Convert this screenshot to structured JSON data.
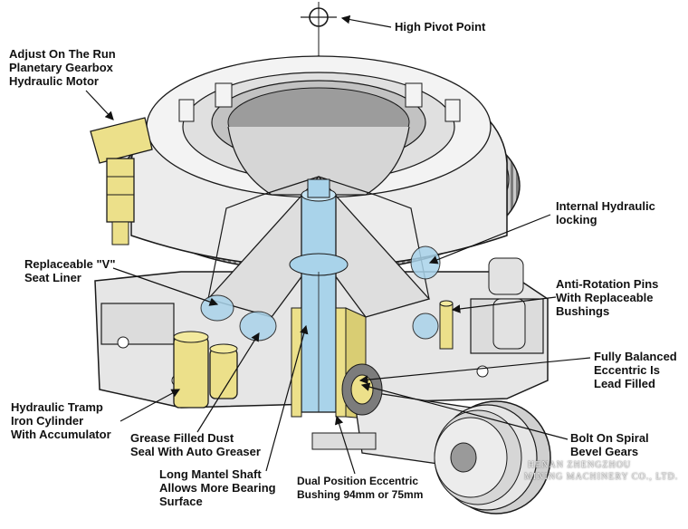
{
  "labels": {
    "high_pivot": "High Pivot Point",
    "adjust": "Adjust On The Run\nPlanetary Gearbox\nHydraulic Motor",
    "internal_hydraulic": "Internal Hydraulic\nlocking",
    "v_seat": "Replaceable \"V\"\nSeat Liner",
    "anti_rotation": "Anti-Rotation Pins\nWith Replaceable\nBushings",
    "balanced": "Fully Balanced\nEccentric Is\nLead Filled",
    "tramp": "Hydraulic Tramp\nIron Cylinder\nWith Accumulator",
    "grease": "Grease Filled Dust\nSeal With Auto Greaser",
    "bevel": "Bolt On Spiral\nBevel Gears",
    "mantel": "Long Mantel Shaft\nAllows More Bearing\nSurface",
    "bushing": "Dual Position Eccentric\nBushing 94mm or 75mm"
  },
  "watermark": {
    "line1": "HENAN ZHENGZHOU",
    "line2": "MINING MACHINERY CO., LTD."
  },
  "colors": {
    "outline": "#1a1a1a",
    "metal": "#e6e6e6",
    "shade": "#b9b9b9",
    "yellow": "#ece08a",
    "blue": "#a9d3ea",
    "text": "#111111"
  }
}
